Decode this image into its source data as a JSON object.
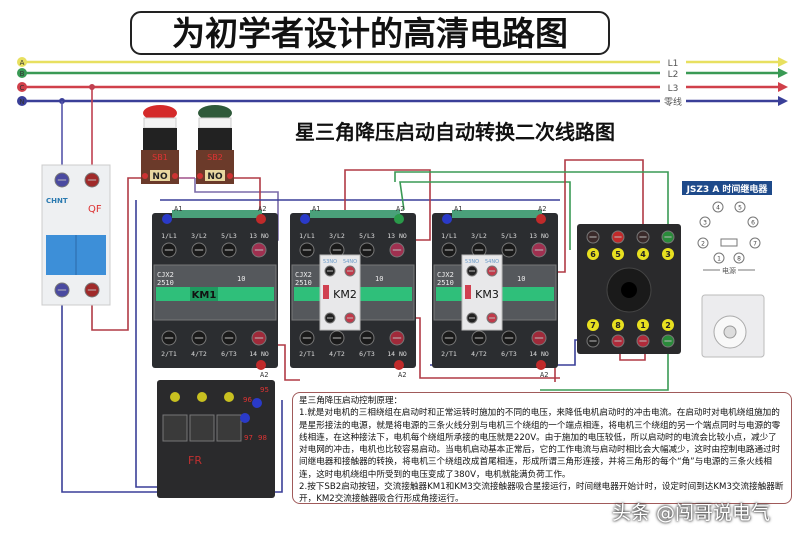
{
  "title": "为初学者设计的高清电路图",
  "subtitle": "星三角降压启动自动转换二次线路图",
  "power_lines": [
    {
      "tag": "A",
      "label": "L1",
      "color": "#e8e060"
    },
    {
      "tag": "B",
      "label": "L2",
      "color": "#3a9a55"
    },
    {
      "tag": "C",
      "label": "L3",
      "color": "#d0404a"
    },
    {
      "tag": "N",
      "label": "零线",
      "color": "#3a3f98"
    }
  ],
  "buttons": [
    {
      "label": "SB1",
      "contact": "NO",
      "cap_color": "#d42a2a"
    },
    {
      "label": "SB2",
      "contact": "NO",
      "cap_color": "#2f5a3a"
    }
  ],
  "breaker": {
    "brand": "CHNT",
    "tag": "QF"
  },
  "contactor_common": {
    "top_terminals": [
      "1/L1",
      "3/L2",
      "5/L3",
      "13 NO"
    ],
    "bottom_terminals": [
      "2/T1",
      "4/T2",
      "6/T3",
      "14 NO"
    ],
    "model": "CJX2",
    "rating": "2510",
    "aux": "10",
    "coil_a1": "A1",
    "coil_a2": "A2"
  },
  "contactors": [
    {
      "name": "KM1",
      "aux_block": false
    },
    {
      "name": "KM2",
      "aux_block": true,
      "aux_labels": [
        "53NO",
        "54NO"
      ]
    },
    {
      "name": "KM3",
      "aux_block": true,
      "aux_labels": [
        "53NO",
        "54NO"
      ]
    }
  ],
  "overload_relay": {
    "tag": "FR",
    "terminals": [
      "95",
      "96",
      "97",
      "98"
    ]
  },
  "timer": {
    "title": "JSZ3 A 时间继电器",
    "top_pins": [
      "6",
      "5",
      "4",
      "3"
    ],
    "bottom_pins": [
      "7",
      "8",
      "1",
      "2"
    ],
    "diagram_pins": [
      "4",
      "5",
      "3",
      "6",
      "2",
      "7",
      "1",
      "8"
    ],
    "supply_label": "电源"
  },
  "notes": {
    "heading": "星三角降压启动控制原理：",
    "p1": "1.就是对电机的三相绕组在启动时和正常运转时施加的不同的电压，来降低电机启动时的冲击电流。在启动时对电机绕组施加的是星形接法的电源，就是将电源的三条火线分别与电机三个绕组的一个端点相连，将电机三个绕组的另一个端点同时与电源的零线相连，在这种接法下，电机每个绕组所承接的电压就是220V。由于施加的电压较低，所以启动时的电流会比较小点，减少了对电网的冲击，电机也比较容易启动。当电机启动基本正常后，它的工作电流与启动时相比会大幅减少，这时由控制电路通过时间继电器和接触器的转换，将电机三个绕组改成首尾相连，形成所谓三角形连接，并将三角形的每个“角”与电源的三条火线相连，这时电机绕组中所受到的电压变成了380V，电机就能满负荷工作。",
    "p2": "2.按下SB2启动按钮，交流接触器KM1和KM3交流接触器吸合星接运行，时间继电器开始计时，设定时间到达KM3交流接触器断开，KM2交流接触器吸合行形成角接运行。"
  },
  "watermark": "头条 @闯哥说电气"
}
